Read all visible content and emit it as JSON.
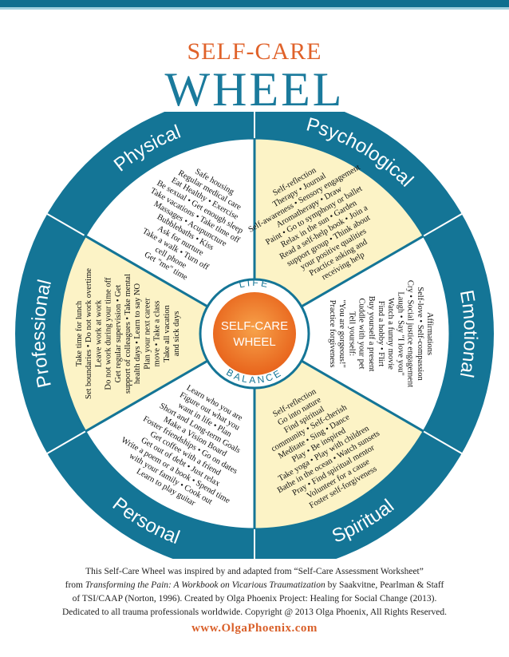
{
  "title": {
    "line1": "SELF-CARE",
    "line2": "WHEEL"
  },
  "center": {
    "line1": "SELF-CARE",
    "line2": "WHEEL",
    "top_label": "LIFE",
    "bottom_label": "BALANCE"
  },
  "colors": {
    "ring": "#147596",
    "cream": "#fcf3c6",
    "white": "#ffffff",
    "orange": "#ee7522",
    "title_orange": "#e0622a",
    "title_teal": "#1a7a9c"
  },
  "sections": [
    {
      "name": "Physical",
      "items": [
        "Safe housing",
        "Regular medical care",
        "Eat Healthy • Exercise",
        "Be sexual • Get enough sleep",
        "Take vacations • Take time off",
        "Massages • Acupuncture",
        "Bubblebaths • Kiss",
        "Ask for nurture",
        "Take a walk • Turn off",
        "cell phone",
        "Get \"me\" time"
      ]
    },
    {
      "name": "Psychological",
      "items": [
        "Self-reflection",
        "Therapy • Journal",
        "Self-awareness • Sensory engagement",
        "Aromatherapy • Draw",
        "Paint • Go to symphony or ballet",
        "Relax in the sun • Garden",
        "Read a self-help book • Join a",
        "support group • Think about",
        "your positive qualities",
        "Practice asking and",
        "receiving help"
      ]
    },
    {
      "name": "Emotional",
      "items": [
        "Affirmations",
        "Self-love • Self-compassion",
        "Cry • Social justice engagement",
        "Laugh • Say \"I love you\"",
        "Watch a funny movie",
        "Find a hobby • Flirt",
        "Buy yourself a present",
        "Cuddle with your pet",
        "Tell yourself:",
        "\"You are gorgeous!\"",
        "Practice forgiveness"
      ]
    },
    {
      "name": "Spiritual",
      "items": [
        "Self-reflection",
        "Go into nature",
        "Find spiritual",
        "community • Self-cherish",
        "Meditate • Sing • Dance",
        "Play • Be inspired",
        "Take yoga • Play with children",
        "Bathe in the ocean • Watch sunsets",
        "Pray • Find spiritual mentor",
        "Volunteer for a cause",
        "Foster self-forgiveness"
      ]
    },
    {
      "name": "Personal",
      "items": [
        "Learn who you are",
        "Figure out what you",
        "want in life • Plan",
        "Short and Long-term Goals",
        "Make a Vision Board",
        "Foster friendships • Go on dates",
        "Get coffee with a friend",
        "Get out of debt • Just relax",
        "Write a poem or a book • Spend time",
        "with your family • Cook out",
        "Learn to play guitar"
      ]
    },
    {
      "name": "Professional",
      "items": [
        "Take time for lunch",
        "Set boundaries • Do not work overtime",
        "Leave work at work",
        "Do not work during your time off",
        "Get regular supervision • Get",
        "support of colleagues • Take mental",
        "health days • Learn to say NO",
        "Plan your next career",
        "move • Take a class",
        "Take all vacation",
        "and sick days"
      ]
    }
  ],
  "footer": {
    "line1": "This Self-Care Wheel was inspired by and adapted from “Self-Care Assessment Worksheet”",
    "line2_pre": "from ",
    "line2_italic": "Transforming the Pain: A Workbook on Vicarious Traumatization",
    "line2_post": " by Saakvitne, Pearlman & Staff",
    "line3": "of TSI/CAAP (Norton, 1996). Created by Olga Phoenix Project: Healing for Social Change (2013).",
    "line4": "Dedicated to all trauma professionals worldwide. Copyright @ 2013 Olga Phoenix, All Rights Reserved."
  },
  "url": "www.OlgaPhoenix.com"
}
